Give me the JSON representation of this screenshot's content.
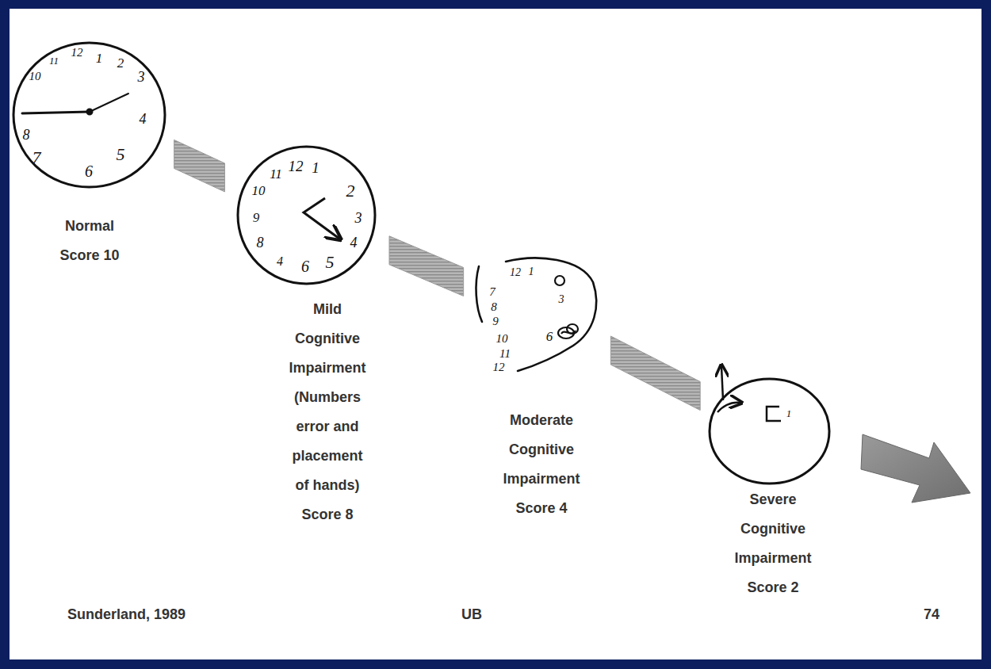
{
  "diagram": {
    "nodes": [
      {
        "text": [
          "Normal Score 10"
        ]
      },
      {
        "text": [
          "Mild Cognitive Impairment (Numbers error and placement of hands) Score 8"
        ]
      },
      {
        "text": [
          "Moderate Cognitive Impairment Score 4"
        ]
      },
      {
        "text": [
          "Severe Cognitive Impairment Score 2"
        ]
      }
    ],
    "edges": [
      {
        "from": 0,
        "to": 1,
        "arrow": "none"
      },
      {
        "from": 1,
        "to": 2,
        "arrow": "none"
      },
      {
        "from": 2,
        "to": 3,
        "arrow": "none"
      }
    ],
    "labels": [
      "10",
      "11",
      "12",
      "1",
      "2",
      "3",
      "4",
      "5",
      "6",
      "7",
      "8",
      "11",
      "12",
      "1",
      "2",
      "3",
      "4",
      "5",
      "6",
      "4",
      "8",
      "9",
      "10",
      "12",
      "1",
      "3",
      "7",
      "8",
      "9",
      "10",
      "11",
      "12",
      "6",
      "1",
      "Sunderland, 1989",
      "UB",
      "74"
    ]
  }
}
